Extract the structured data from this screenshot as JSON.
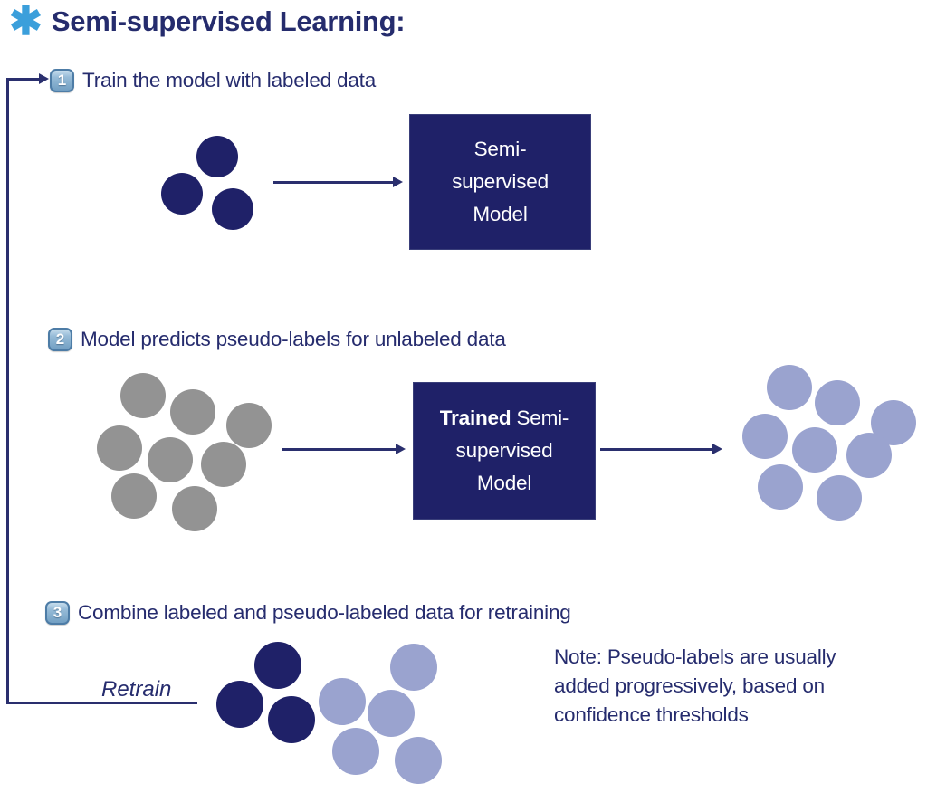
{
  "title": {
    "icon": "✱",
    "text": "Semi-supervised Learning:"
  },
  "steps": [
    {
      "number": "1",
      "label": "Train the model with labeled data"
    },
    {
      "number": "2",
      "label": "Model predicts pseudo-labels for unlabeled data"
    },
    {
      "number": "3",
      "label": "Combine labeled and pseudo-labeled data for retraining"
    }
  ],
  "boxes": {
    "model1": {
      "line1": "Semi-",
      "line2": "supervised",
      "line3": "Model"
    },
    "model2": {
      "line1_bold": "Trained",
      "line1_rest": " Semi-",
      "line2": "supervised",
      "line3": "Model"
    }
  },
  "retrain_label": "Retrain",
  "note": {
    "line1": "Note: Pseudo-labels are usually",
    "line2": "added progressively, based on",
    "line3": "confidence thresholds"
  },
  "clusters": {
    "labeled_data": {
      "count": 3,
      "color": "#1F2168",
      "meaning": "labeled data"
    },
    "unlabeled_data": {
      "count": 8,
      "color": "#939393",
      "meaning": "unlabeled data"
    },
    "pseudo_labeled_data": {
      "count": 8,
      "color": "#9AA3CF",
      "meaning": "pseudo-labeled data"
    },
    "combined_data": {
      "labeled_count": 3,
      "pseudo_labeled_count": 5,
      "meaning": "combined labeled + pseudo-labeled data"
    }
  },
  "colors": {
    "navy": "#1F2168",
    "heading_text": "#262C6E",
    "gray": "#939393",
    "light_purple": "#9AA3CF",
    "asterisk_blue": "#3B9FDB",
    "keycap_blue": "#6D9BC0",
    "background": "#FFFFFF"
  }
}
